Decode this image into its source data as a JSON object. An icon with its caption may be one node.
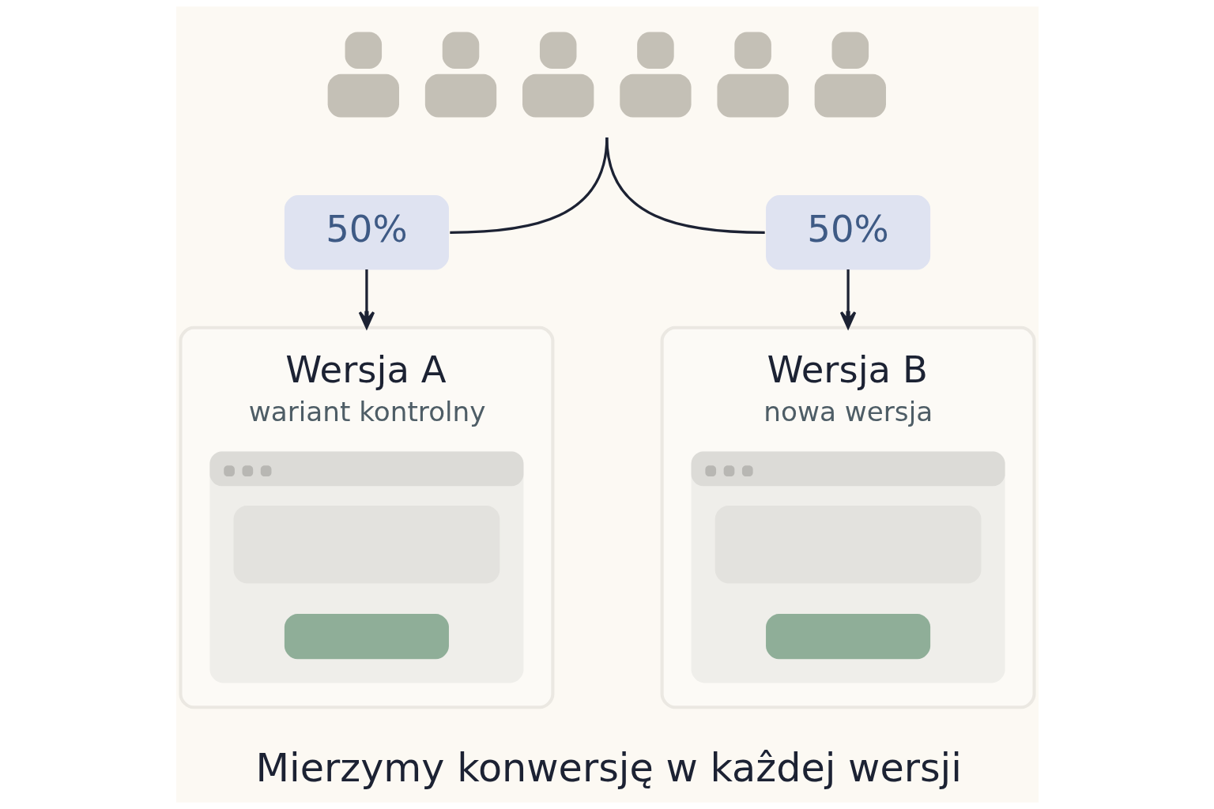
{
  "diagram": {
    "caption": "Mierzymy konwersję w kaẑdej wersji",
    "nodes": [
      {
        "text": [],
        "shape": "person"
      },
      {
        "text": [
          "50%"
        ]
      },
      {
        "text": [
          "50%"
        ]
      },
      {
        "text": [
          "Wersja A",
          "wariant kontrolny"
        ]
      },
      {
        "text": [
          "Wersja B",
          "nowa wersja"
        ]
      }
    ],
    "edges": [
      {
        "from": 0,
        "to": 1,
        "arrow": "none"
      },
      {
        "from": 0,
        "to": 2,
        "arrow": "none"
      },
      {
        "from": 1,
        "to": 3,
        "arrow": "to"
      },
      {
        "from": 2,
        "to": 4,
        "arrow": "to"
      }
    ]
  }
}
